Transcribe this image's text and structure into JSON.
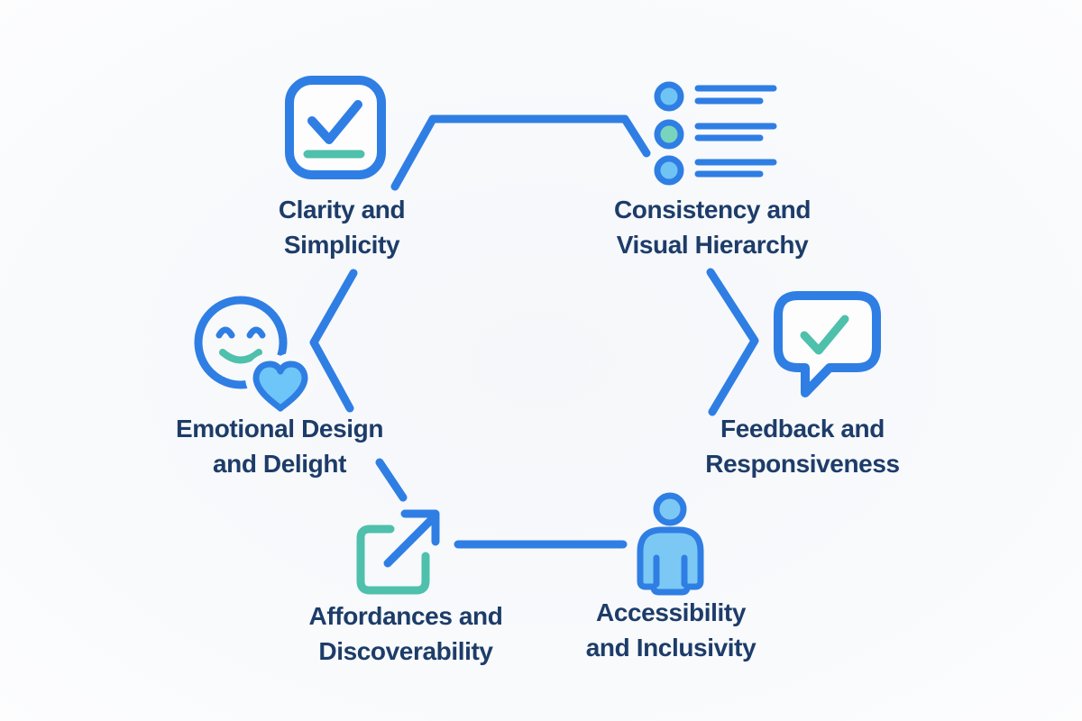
{
  "diagram": {
    "type": "cycle-infographic",
    "background_color": "#f7f8fa",
    "accent_blue": "#2f7ee4",
    "accent_teal": "#4ec0ab",
    "fill_light_blue": "#6fc4f4",
    "fill_teal_light": "#79d4bd",
    "text_color": "#1d3c69",
    "nodes": [
      {
        "id": "clarity",
        "icon": "checkbox-check-icon",
        "label_line1": "Clarity and",
        "label_line2": "Simplicity"
      },
      {
        "id": "consistency",
        "icon": "bullet-list-icon",
        "label_line1": "Consistency and",
        "label_line2": "Visual Hierarchy"
      },
      {
        "id": "feedback",
        "icon": "speech-bubble-check-icon",
        "label_line1": "Feedback and",
        "label_line2": "Responsiveness"
      },
      {
        "id": "accessibility",
        "icon": "person-icon",
        "label_line1": "Accessibility",
        "label_line2": "and Inclusivity"
      },
      {
        "id": "affordances",
        "icon": "external-link-icon",
        "label_line1": "Affordances and",
        "label_line2": "Discoverability"
      },
      {
        "id": "emotional",
        "icon": "smiley-heart-icon",
        "label_line1": "Emotional Design",
        "label_line2": "and Delight"
      }
    ]
  }
}
